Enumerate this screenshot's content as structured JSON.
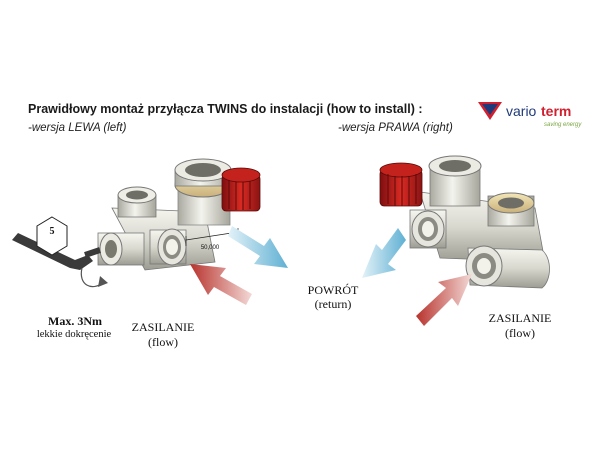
{
  "title": "Prawidłowy montaż przyłącza TWINS do instalacji (how to install) :",
  "left_version": "-wersja LEWA (left)",
  "right_version": "-wersja PRAWA (right)",
  "logo": {
    "word1": "vario",
    "word2": "term",
    "tagline": "saving energy"
  },
  "labels": {
    "return": "POWRÓT",
    "return_sub": "(return)",
    "flow_left": "ZASILANIE",
    "flow_left_sub": "(flow)",
    "flow_right": "ZASILANIE",
    "flow_right_sub": "(flow)",
    "torque": "Max. 3Nm",
    "torque_note": "lekkie dokręcenie",
    "wrench_size": "5",
    "dimension": "50,000"
  },
  "colors": {
    "valve_cap": "#b81c1c",
    "return_arrow": "#7cc0dc",
    "flow_arrow": "#c8463e",
    "brand_blue": "#1f3a7a",
    "brand_red": "#d02030",
    "brand_green": "#7aa642"
  }
}
